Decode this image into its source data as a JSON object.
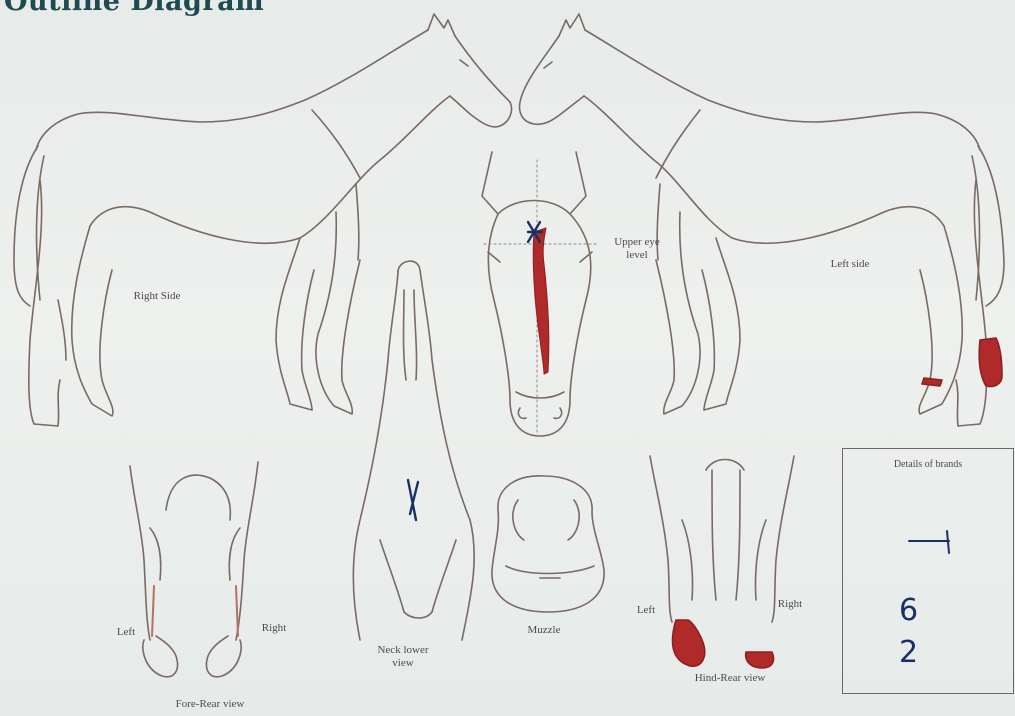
{
  "title": "Outline Diagram",
  "labels": {
    "right_side": "Right Side",
    "left_side": "Left side",
    "upper_eye_level": "Upper eye level",
    "neck_lower_view": "Neck lower view",
    "muzzle": "Muzzle",
    "fore_rear_view": "Fore-Rear view",
    "fore_left": "Left",
    "fore_right": "Right",
    "hind_rear_view": "Hind-Rear view",
    "hind_left": "Left",
    "hind_right": "Right"
  },
  "brands": {
    "heading": "Details of brands",
    "marks": [
      "6",
      "2"
    ]
  },
  "colors": {
    "outline": "#7a6a62",
    "marking_red": "#b02a2a",
    "pen_blue": "#1a2f66",
    "title": "#1f4a52"
  }
}
